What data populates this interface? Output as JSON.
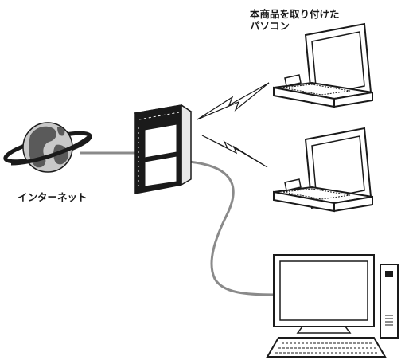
{
  "labels": {
    "internet": "インターネット",
    "pc_caption_line1": "本商品を取り付けた",
    "pc_caption_line2": "パソコン"
  },
  "colors": {
    "cable": "#8a8a8a",
    "line": "#1a1a1a",
    "globe_land": "#5a5a5a",
    "globe_sea": "#c8c8c8",
    "screen_fill": "#ffffff"
  },
  "icons": {
    "internet": "globe-icon",
    "router": "router-icon",
    "laptop_1": "laptop-icon",
    "laptop_2": "laptop-icon",
    "desktop": "desktop-computer-icon",
    "wireless_1": "lightning-bolt-icon",
    "wireless_2": "lightning-bolt-icon"
  }
}
